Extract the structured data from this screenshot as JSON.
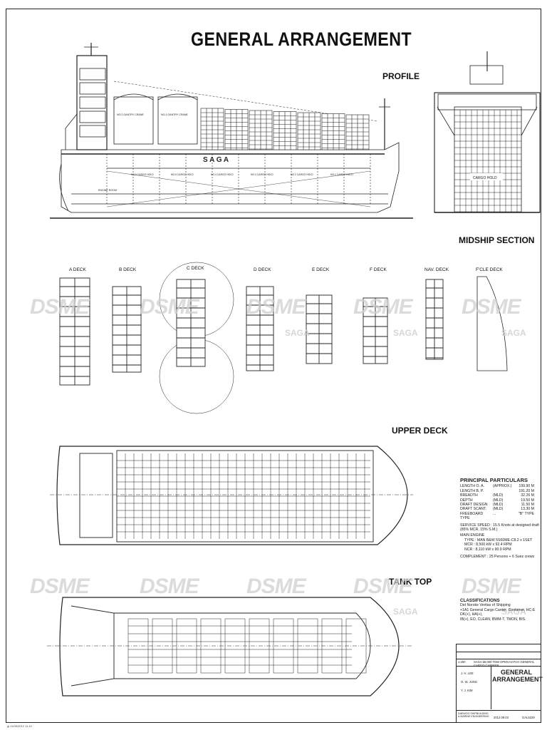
{
  "title": "GENERAL ARRANGEMENT",
  "sections": {
    "profile": "PROFILE",
    "midship": "MIDSHIP SECTION",
    "upper_deck": "UPPER DECK",
    "tank_top": "TANK TOP"
  },
  "deck_plans": [
    "A DECK",
    "B DECK",
    "C DECK",
    "D DECK",
    "E DECK",
    "F DECK",
    "NAV. DECK",
    "F'CLE DECK"
  ],
  "watermarks": {
    "brand": "DSME",
    "ship": "SAGA"
  },
  "profile_labels": {
    "hull_name": "S A G A",
    "cranes": [
      "NO.2 GANTRY CRANE",
      "NO.1 GANTRY CRANE"
    ],
    "holds": [
      "NO.6 CARGO HOLD",
      "NO.5 CARGO HOLD",
      "NO.4 CARGO HOLD",
      "NO.3 CARGO HOLD",
      "NO.2 CARGO HOLD",
      "NO.1 CARGO HOLD"
    ],
    "engine_room": "ENGINE ROOM",
    "midship_hold": "CARGO HOLD"
  },
  "principal_particulars": {
    "heading": "PRINCIPAL PARTICULARS",
    "rows": [
      {
        "k": "LENGTH  O. A.",
        "q": "(APPROX.)",
        "v": "199.90  M"
      },
      {
        "k": "LENGTH  B. P.",
        "q": "",
        "v": "191.20  M"
      },
      {
        "k": "BREADTH",
        "q": "(MLD)",
        "v": "32.26  M"
      },
      {
        "k": "DEPTH",
        "q": "(MLD)",
        "v": "19.50  M"
      },
      {
        "k": "DRAFT   DESIGN",
        "q": "(MLD)",
        "v": "11.50  M"
      },
      {
        "k": "DRAFT   SCANT.",
        "q": "(MLD)",
        "v": "13.30  M"
      },
      {
        "k": "FREEBOARD TYPE",
        "q": "...",
        "v": "\"B\" TYPE"
      }
    ],
    "service_speed_label": "SERVICE SPEED :",
    "service_speed": "15.5 Knots at designed draft (85% MCR, 15% S.M.)",
    "main_engine_label": "MAIN ENGINE",
    "engine_type": "TYPE : MAN B&W 5S60ME-C8.2 x 1SET",
    "mcr": "MCR : 8,500 kW x 92.4 RPM",
    "ncr": "NCR : 8,110 kW x 90.9 RPM",
    "complement": "COMPLEMENT : 25 Persons + 6 Suez crews"
  },
  "classifications": {
    "heading": "CLASSIFICATIONS",
    "lines": [
      "Det Norske Veritas of Shipping",
      "+1A1 General Cargo Carrier, Container, HC-E DK(+), HA(+),",
      "IB(+), EO, CLEAN, BWM-T, TMON, BIS."
    ]
  },
  "title_block": {
    "scale": "1:250",
    "project": "SAGA 55,000 TDW OPEN HATCH GENERAL CARGO CARRIER",
    "names": [
      "J. H. LEE",
      "G. W. JUNG",
      "Y. J. KIM"
    ],
    "drawing_title": "GENERAL ARRANGEMENT",
    "company": "DAEWOO SHIPBUILDING & MARINE ENGINEERING",
    "date": "2012.09.03",
    "doc_no": "GAL5229"
  },
  "footer": "gl.11/09/2012 11:10"
}
